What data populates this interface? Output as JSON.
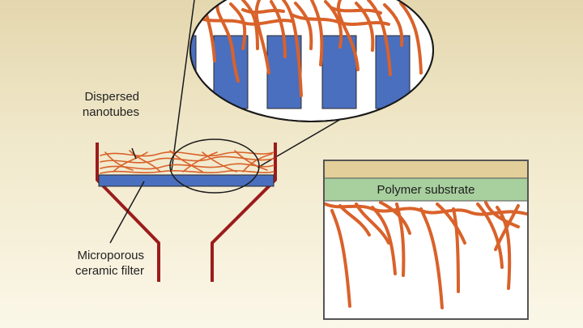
{
  "labels": {
    "dispersed": "Dispersed\nnanotubes",
    "filter": "Microporous\nceramic filter",
    "polymer": "Polymer substrate"
  },
  "colors": {
    "nanotube": "#d9622a",
    "filter_blue": "#4a6fbe",
    "funnel": "#9b1c1c",
    "polymer_band": "#a8cf9e",
    "inset_top": "#e2cf9a",
    "outline": "#1a1a1a"
  }
}
